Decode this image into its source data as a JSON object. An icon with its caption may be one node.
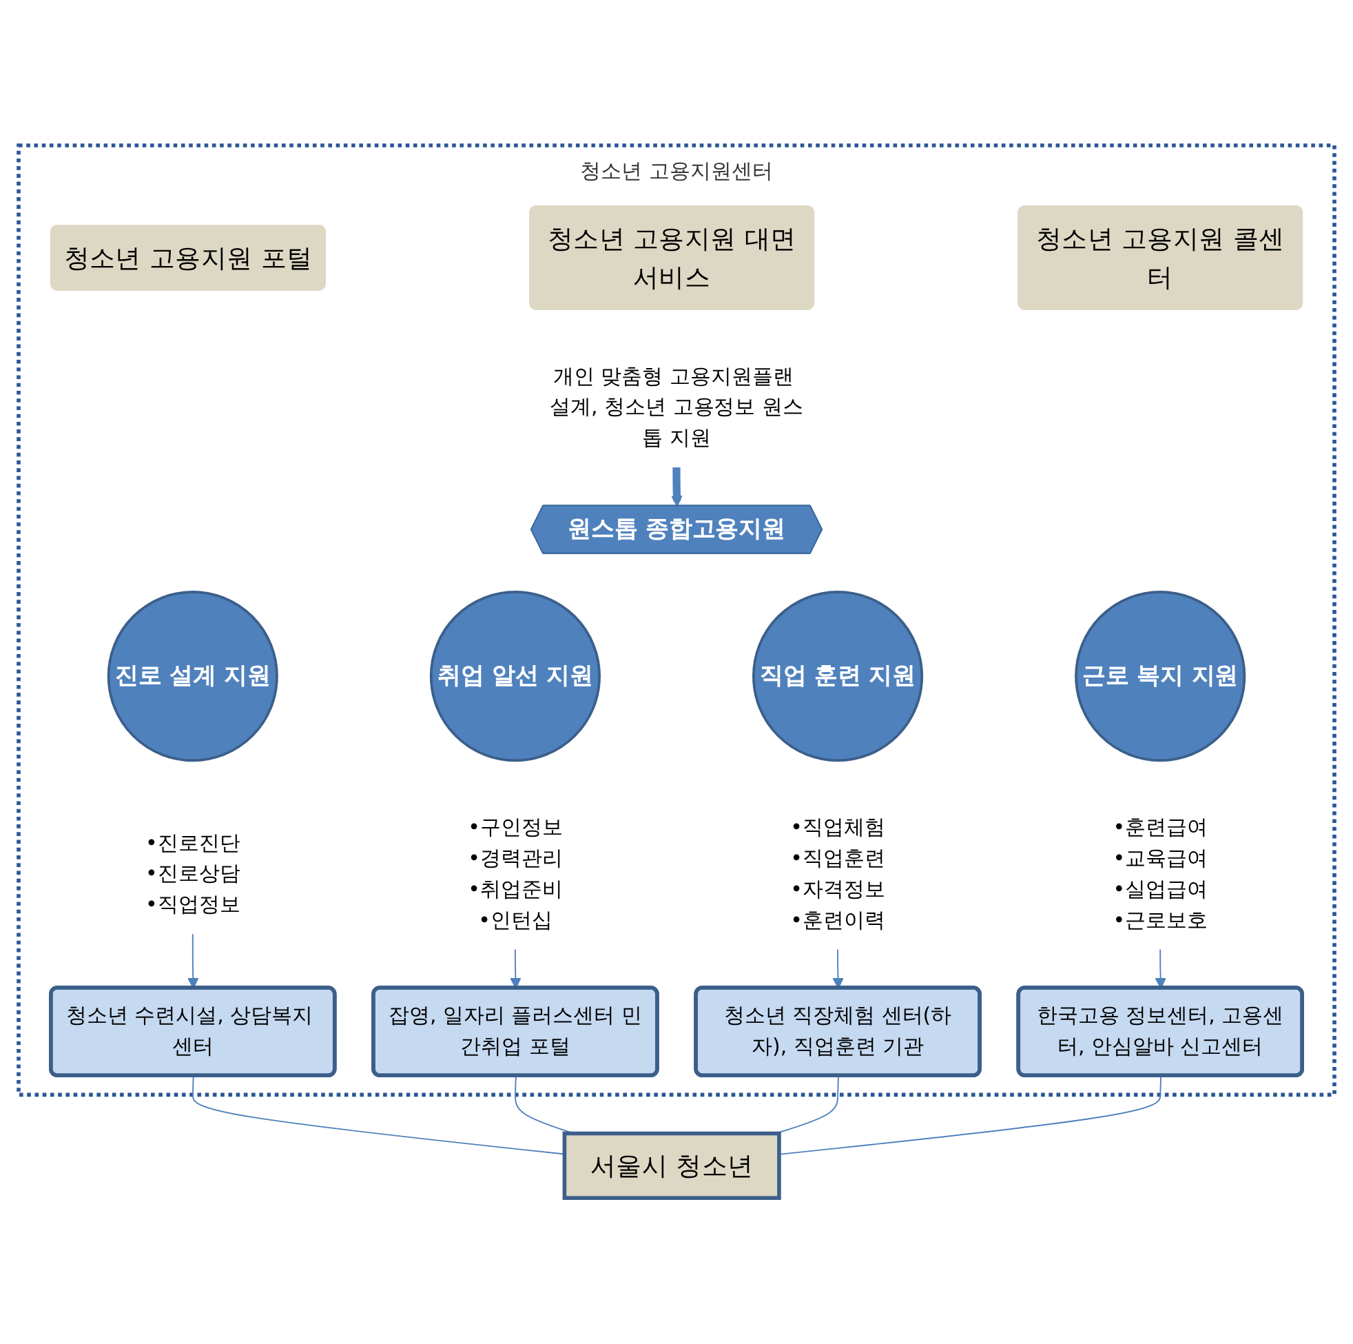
{
  "diagram": {
    "nodes": [
      {
        "text": [
          "청소년 고용지원센터"
        ]
      },
      {
        "text": [
          "청소년 고용지원 포털"
        ],
        "in": 0
      },
      {
        "text": [
          "청소년 고용지원 대면서비스"
        ],
        "in": 0
      },
      {
        "text": [
          "청소년 고용지원 콜센터"
        ],
        "in": 0
      },
      {
        "text": [
          "개인 맞춤형 고용지원플랜 설계, 청소년 고용정보 원스톱 지원"
        ],
        "in": 0
      },
      {
        "text": [
          "원스톱 종합고용지원"
        ],
        "in": 0
      },
      {
        "text": [
          "진로 설계 지원"
        ],
        "in": 0
      },
      {
        "text": [
          "취업 알선 지원"
        ],
        "in": 0
      },
      {
        "text": [
          "직업 훈련 지원"
        ],
        "in": 0
      },
      {
        "text": [
          "근로 복지 지원"
        ],
        "in": 0
      },
      {
        "text": [
          "•진로진단",
          "•진로상담",
          "•직업정보"
        ],
        "in": 0
      },
      {
        "text": [
          "•구인정보",
          "•경력관리",
          "•취업준비",
          "•인턴십"
        ],
        "in": 0
      },
      {
        "text": [
          "•직업체험",
          "•직업훈련",
          "•자격정보",
          "•훈련이력"
        ],
        "in": 0
      },
      {
        "text": [
          "•훈련급여",
          "•교육급여",
          "•실업급여",
          "•근로보호"
        ],
        "in": 0
      },
      {
        "text": [
          "청소년 수련시설, 상담복지 센터"
        ],
        "in": 0
      },
      {
        "text": [
          "잡영, 일자리 플러스센터 민간취업 포털"
        ],
        "in": 0
      },
      {
        "text": [
          "청소년 직장체험 센터(하자), 직업훈련 기관"
        ],
        "in": 0
      },
      {
        "text": [
          "한국고용 정보센터, 고용센터, 안심알바 신고센터"
        ],
        "in": 0
      },
      {
        "text": [
          "서울시 청소년"
        ]
      }
    ],
    "edges": [
      {
        "from": 4,
        "to": 5,
        "arrow": "to",
        "style": "thick"
      },
      {
        "from": 10,
        "to": 14,
        "arrow": "to"
      },
      {
        "from": 11,
        "to": 15,
        "arrow": "to"
      },
      {
        "from": 12,
        "to": 16,
        "arrow": "to"
      },
      {
        "from": 13,
        "to": 17,
        "arrow": "to"
      },
      {
        "from": 14,
        "to": 18,
        "arrow": "none"
      },
      {
        "from": 15,
        "to": 18,
        "arrow": "none"
      },
      {
        "from": 16,
        "to": 18,
        "arrow": "none"
      },
      {
        "from": 17,
        "to": 18,
        "arrow": "none"
      }
    ]
  }
}
